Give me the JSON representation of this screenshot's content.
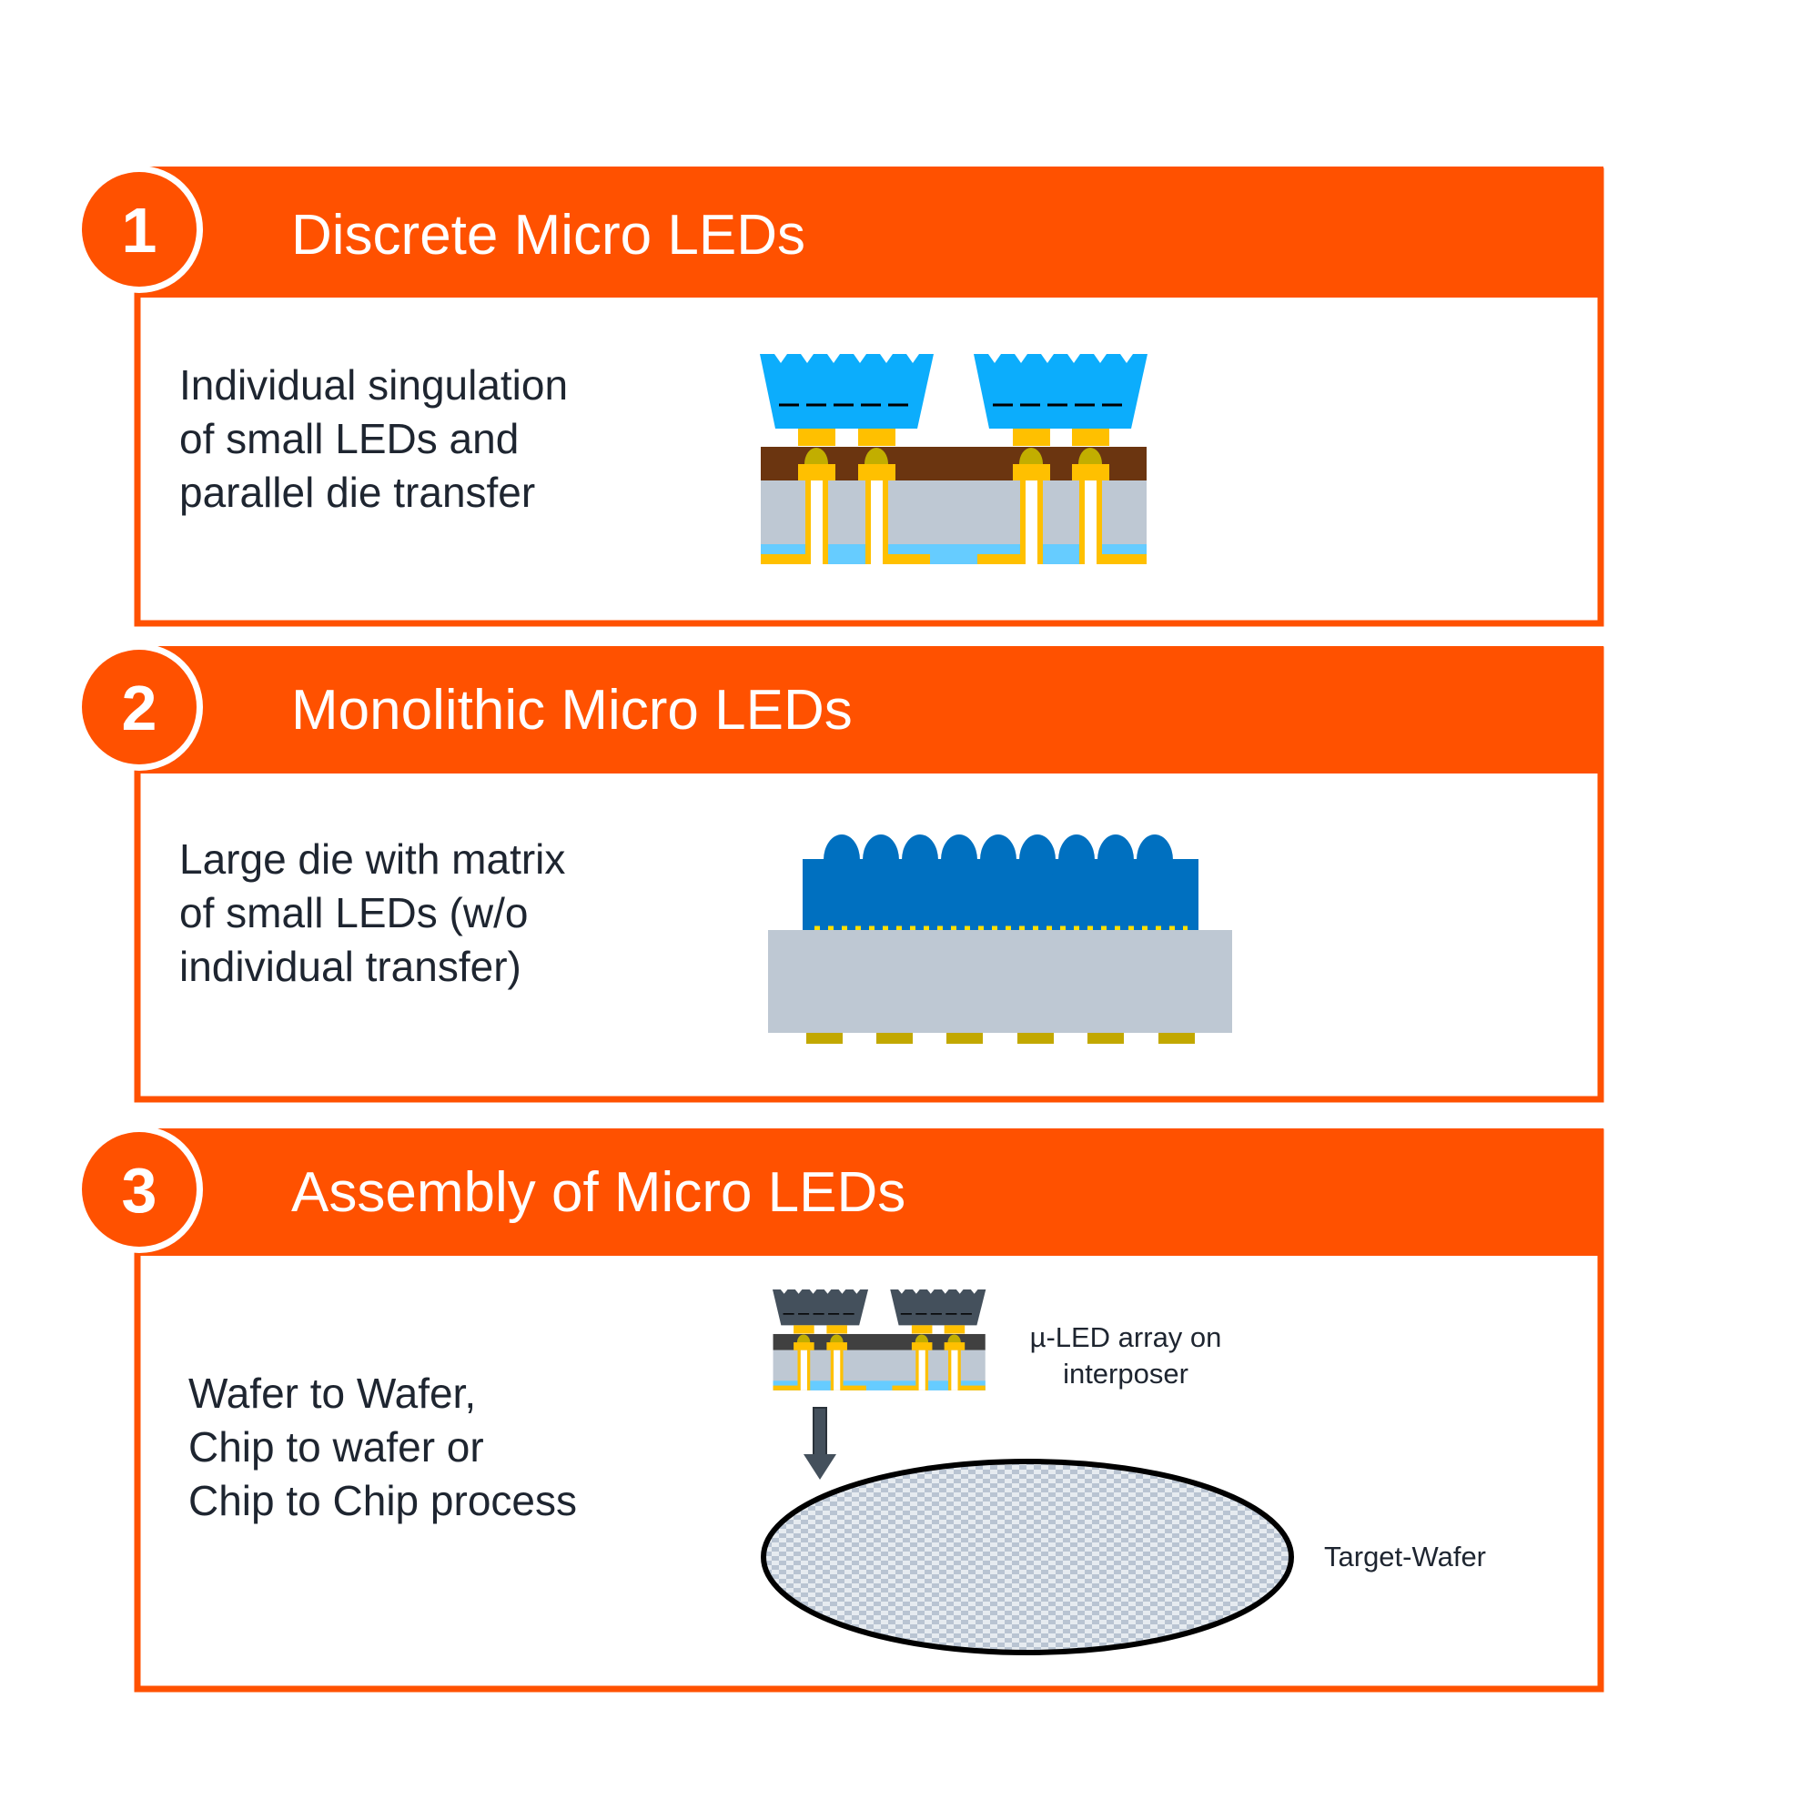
{
  "colors": {
    "accent": "#FF5100",
    "chip_blue": "#0CADFC",
    "mono_blue": "#0070C0",
    "substrate": "#BEC8D3",
    "pad": "#FFC000"
  },
  "sections": [
    {
      "number": "1",
      "title": "Discrete Micro LEDs",
      "description": "Individual singulation\nof small LEDs and\nparallel die transfer"
    },
    {
      "number": "2",
      "title": "Monolithic Micro LEDs",
      "description": "Large die with matrix\nof small LEDs (w/o\nindividual transfer)"
    },
    {
      "number": "3",
      "title": "Assembly of Micro LEDs",
      "description": "Wafer to Wafer,\nChip to wafer or\nChip to Chip process",
      "labels": {
        "interposer": "µ-LED array on\ninterposer",
        "target": "Target-Wafer"
      }
    }
  ]
}
